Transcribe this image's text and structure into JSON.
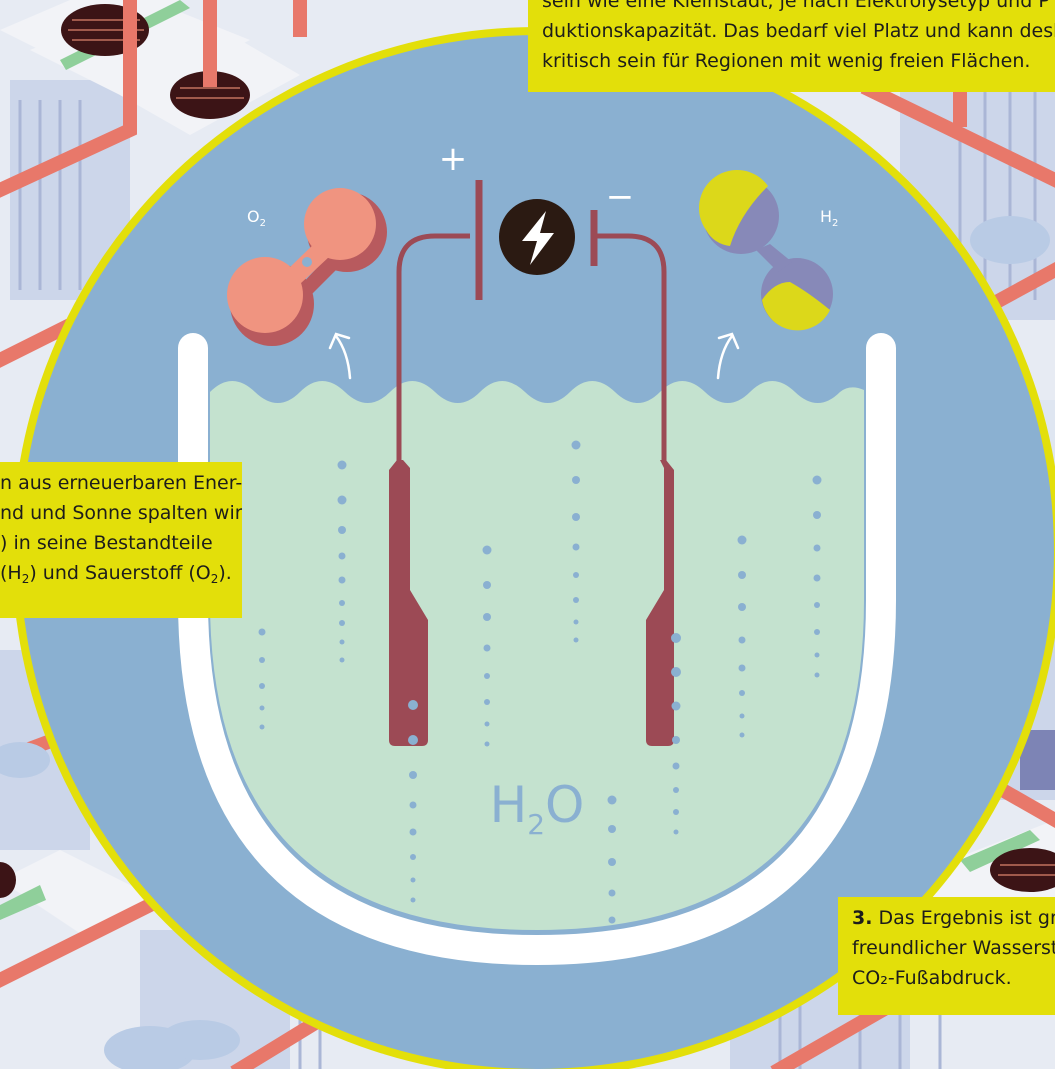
{
  "labels": {
    "plus": "+",
    "minus": "−",
    "o2": "O",
    "o2_sub": "2",
    "h2": "H",
    "h2_sub": "2",
    "water_h": "H",
    "water_sub": "2",
    "water_o": "O"
  },
  "callouts": {
    "top": {
      "line1": "sein wie eine Kleinstadt, je nach Elektrolysetyp  und P",
      "line2": "duktionskapazität. Das bedarf viel Platz und kann desh",
      "line3": "kritisch sein für Regionen mit wenig freien Flächen."
    },
    "left": {
      "line1": "n aus erneuerbaren Ener-",
      "line2": "nd und Sonne spalten wir",
      "line3": ") in seine Bestandteile",
      "line4_a": "(H",
      "line4_sub1": "2",
      "line4_b": ") und Sauerstoff (O",
      "line4_sub2": "2",
      "line4_c": ")."
    },
    "right": {
      "number": "3.",
      "line1": " Das Ergebnis ist gr",
      "line2": "freundlicher Wasserst",
      "line3": "CO₂-Fußabdruck."
    }
  },
  "colors": {
    "circle_fill": "#8ab0d1",
    "circle_ring": "#e3df0a",
    "liquid": "#c4e2cf",
    "electrode": "#9c4a55",
    "oxygen_molecule": "#f09480",
    "hydrogen_molecule": "#8789b8",
    "hydrogen_cap": "#dcd81a",
    "bubbles": "#8ab0d1",
    "callout_bg": "#e3df0a"
  },
  "icons": {
    "power": "lightning-bolt-icon"
  }
}
